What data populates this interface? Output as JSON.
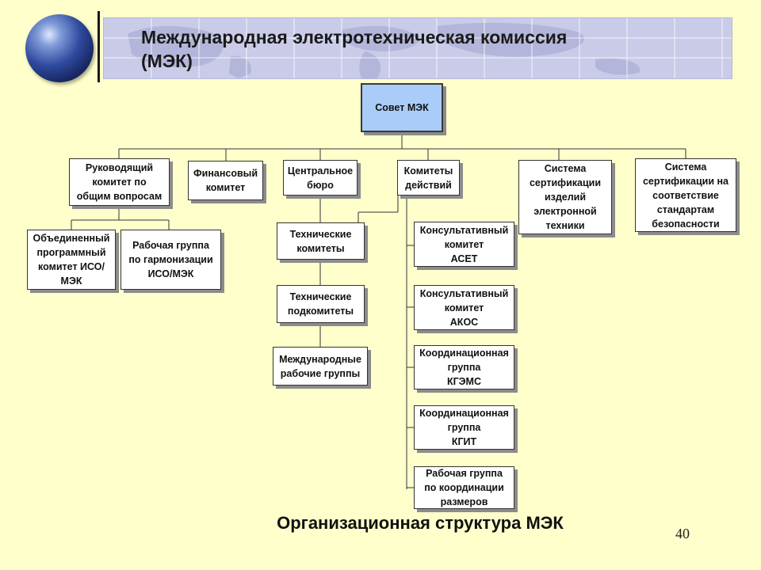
{
  "header": {
    "title_line1": "Международная электротехническая комиссия",
    "title_line2": "(МЭК)"
  },
  "diagram": {
    "council": "Совет МЭК",
    "level1": {
      "management_committee": "Руководящий\nкомитет по\nобщим вопросам",
      "finance_committee": "Финансовый\nкомитет",
      "central_office": "Центральное\nбюро",
      "action_committees": "Комитеты\nдействий",
      "electronic_cert": "Система\nсертификации\nизделий\nэлектронной\nтехники",
      "safety_cert": "Система\nсертификации на\nсоответствие\nстандартам\nбезопасности"
    },
    "management_children": {
      "joint_program": "Объединенный\nпрограммный\nкомитет ИСО/\nМЭК",
      "harmonization_group": "Рабочая группа\nпо гармонизации\nИСО/МЭК"
    },
    "technical": {
      "technical_committees": "Технические\nкомитеты",
      "technical_subcommittees": "Технические\nподкомитеты",
      "working_groups": "Международные\nрабочие группы"
    },
    "action_children": {
      "acet": "Консультативный\nкомитет\nАСЕТ",
      "acos": "Консультативный\nкомитет\nАКОС",
      "kgems": "Координационная\nгруппа\nКГЭМС",
      "kgit": "Координационная\nгруппа\nКГИТ",
      "size_group": "Рабочая группа\nпо координации\nразмеров"
    }
  },
  "footer": "Организационная структура МЭК",
  "page_number": "40"
}
